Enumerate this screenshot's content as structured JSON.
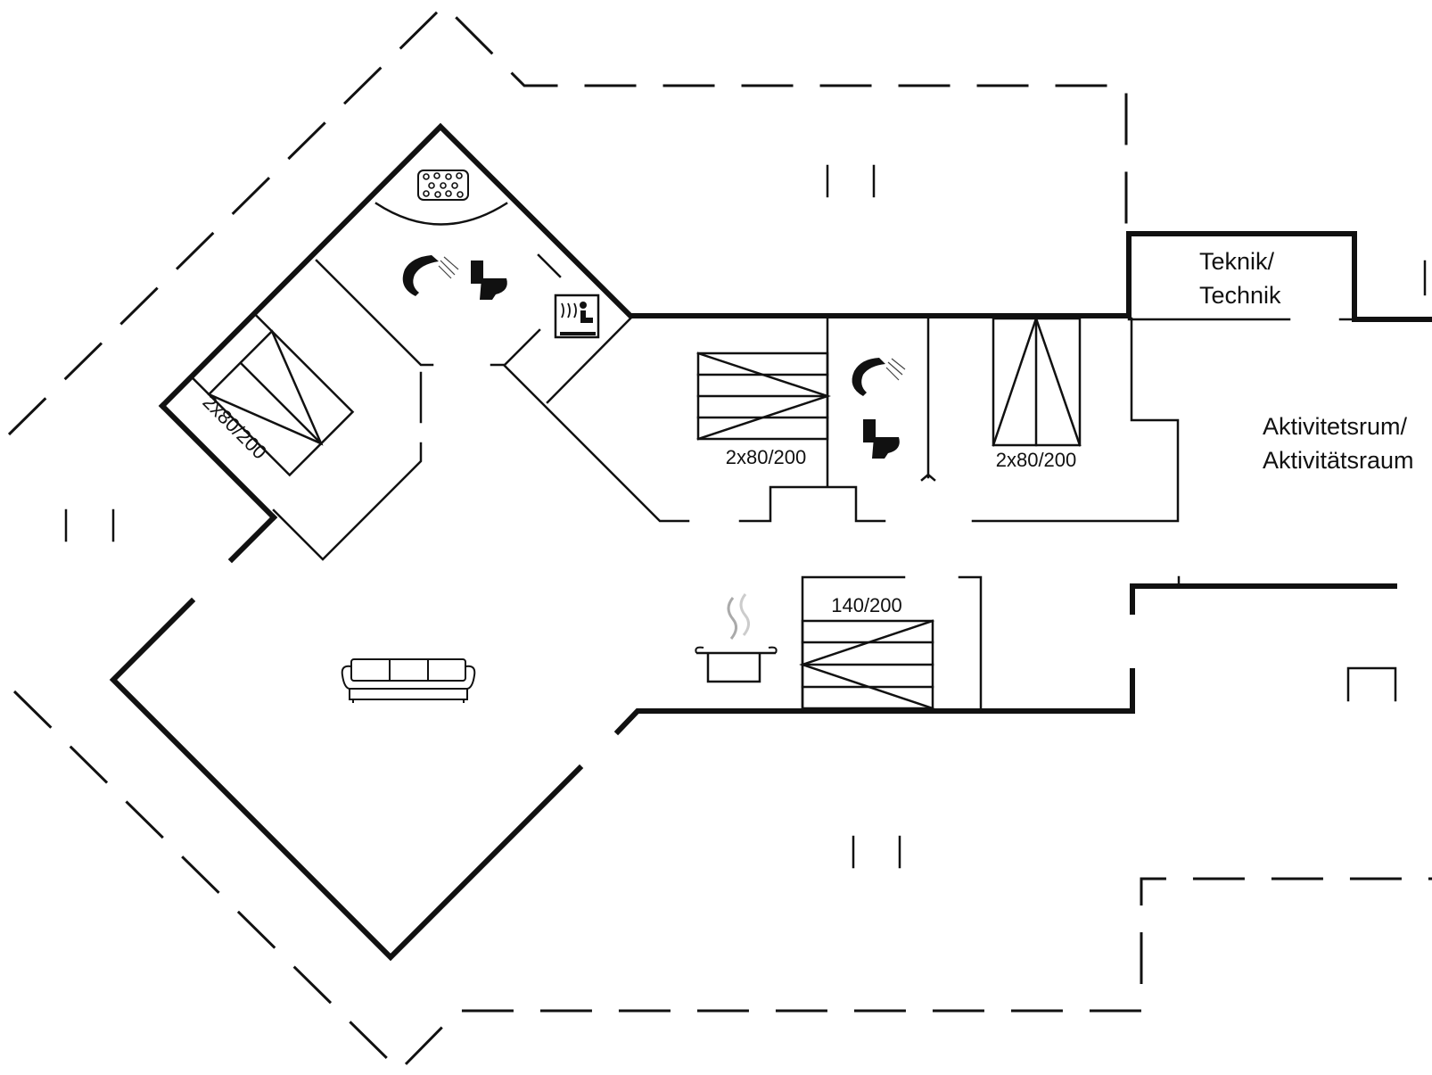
{
  "plan": {
    "rooms": {
      "technik": {
        "line1": "Teknik/",
        "line2": "Technik"
      },
      "aktivitet": {
        "line1": "Aktivitetsrum/",
        "line2": "Aktivitätsraum"
      }
    },
    "beds": {
      "bed1": "2x80/200",
      "bed2": "2x80/200",
      "bed3": "2x80/200",
      "bed4": "140/200"
    },
    "icons": [
      "spa-icon",
      "shower-icon",
      "toilet-icon",
      "sauna-icon",
      "sofa-icon",
      "cooking-pot-icon"
    ]
  }
}
